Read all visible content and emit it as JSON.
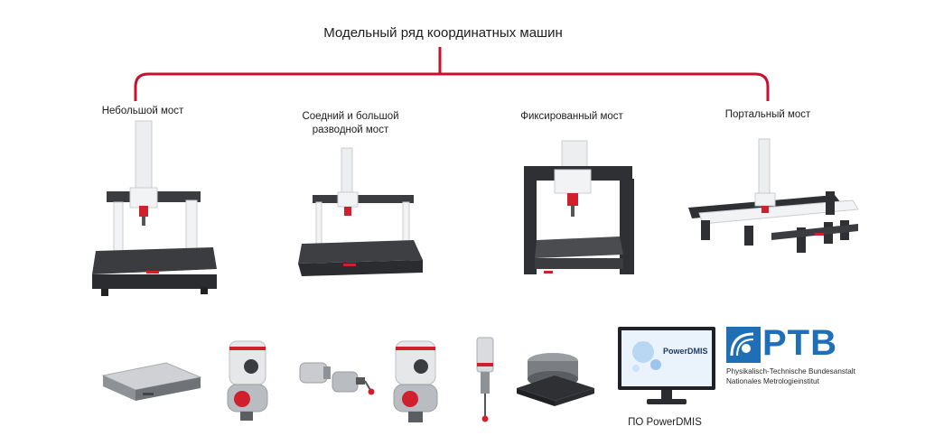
{
  "title": "Модельный ряд координатных машин",
  "categories": [
    {
      "label_lines": [
        "Небольшой мост"
      ]
    },
    {
      "label_lines": [
        "Соедний и большой",
        "разводной мост"
      ]
    },
    {
      "label_lines": [
        "Фиксированный мост"
      ]
    },
    {
      "label_lines": [
        "Портальный мост"
      ]
    }
  ],
  "software": {
    "caption": "ПО PowerDMIS",
    "screen_text": "PowerDMIS"
  },
  "ptb": {
    "letters": "PTB",
    "line1": "Physikalisch-Technische Bundesanstalt",
    "line2": "Nationales Metrologieinstitut"
  },
  "colors": {
    "bracket": "#c8102e",
    "accent_red": "#d0202e",
    "ptb_blue": "#1f6fb7",
    "machine_dark": "#2e3033"
  }
}
